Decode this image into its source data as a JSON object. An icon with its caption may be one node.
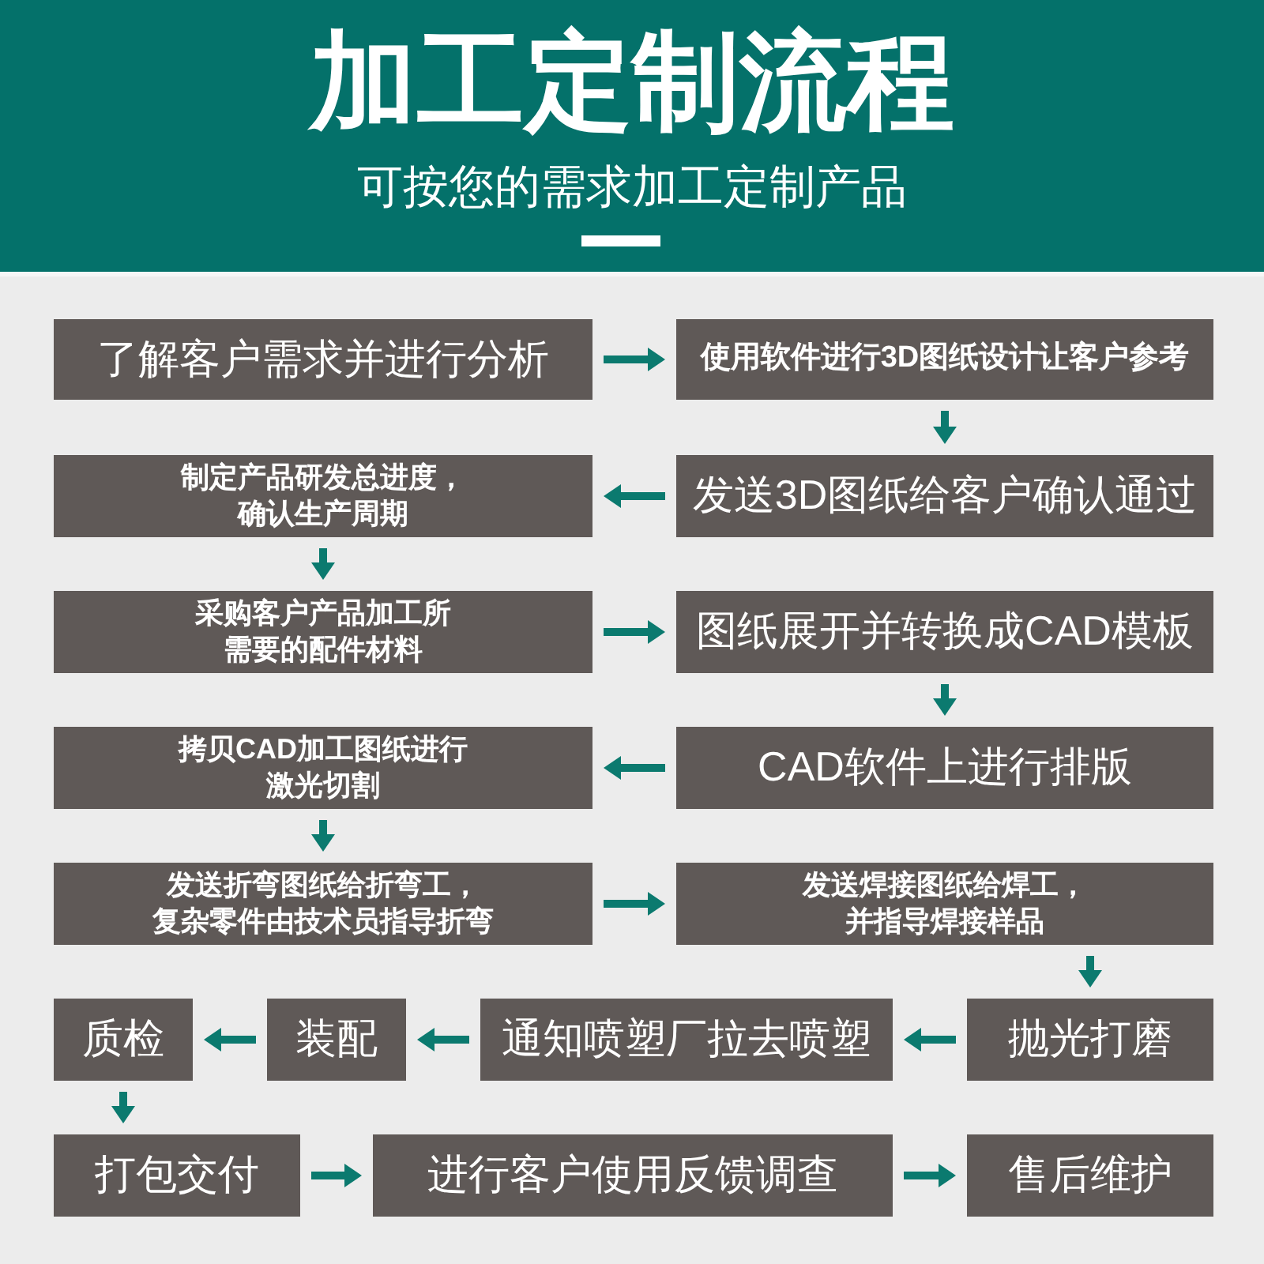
{
  "diagram": {
    "title": "加工定制流程",
    "nodes": [
      {
        "text": [
          "了解客户需求并进行分析"
        ]
      },
      {
        "text": [
          "使用软件进行3D图纸设计让客户参考"
        ]
      },
      {
        "text": [
          "发送3D图纸给客户确认通过"
        ]
      },
      {
        "text": [
          "制定产品研发总进度，确认生产周期"
        ]
      },
      {
        "text": [
          "采购客户产品加工所需要的配件材料"
        ]
      },
      {
        "text": [
          "图纸展开并转换成CAD模板"
        ]
      },
      {
        "text": [
          "CAD软件上进行排版"
        ]
      },
      {
        "text": [
          "拷贝CAD加工图纸进行激光切割"
        ]
      },
      {
        "text": [
          "发送折弯图纸给折弯工，复杂零件由技术员指导折弯"
        ]
      },
      {
        "text": [
          "发送焊接图纸给焊工，并指导焊接样品"
        ]
      },
      {
        "text": [
          "抛光打磨"
        ]
      },
      {
        "text": [
          "通知喷塑厂拉去喷塑"
        ]
      },
      {
        "text": [
          "装配"
        ]
      },
      {
        "text": [
          "质检"
        ]
      },
      {
        "text": [
          "打包交付"
        ]
      },
      {
        "text": [
          "进行客户使用反馈调查"
        ]
      },
      {
        "text": [
          "售后维护"
        ]
      }
    ],
    "edges": [
      {
        "from": 0,
        "to": 1,
        "arrow": "to"
      },
      {
        "from": 1,
        "to": 2,
        "arrow": "to"
      },
      {
        "from": 2,
        "to": 3,
        "arrow": "to"
      },
      {
        "from": 3,
        "to": 4,
        "arrow": "to"
      },
      {
        "from": 4,
        "to": 5,
        "arrow": "to"
      },
      {
        "from": 5,
        "to": 6,
        "arrow": "to"
      },
      {
        "from": 6,
        "to": 7,
        "arrow": "to"
      },
      {
        "from": 7,
        "to": 8,
        "arrow": "to"
      },
      {
        "from": 8,
        "to": 9,
        "arrow": "to"
      },
      {
        "from": 9,
        "to": 10,
        "arrow": "to"
      },
      {
        "from": 10,
        "to": 11,
        "arrow": "to"
      },
      {
        "from": 11,
        "to": 12,
        "arrow": "to"
      },
      {
        "from": 12,
        "to": 13,
        "arrow": "to"
      },
      {
        "from": 13,
        "to": 14,
        "arrow": "to"
      },
      {
        "from": 14,
        "to": 15,
        "arrow": "to"
      },
      {
        "from": 15,
        "to": 16,
        "arrow": "to"
      }
    ],
    "labels": [
      "可按您的需求加工定制产品"
    ]
  }
}
